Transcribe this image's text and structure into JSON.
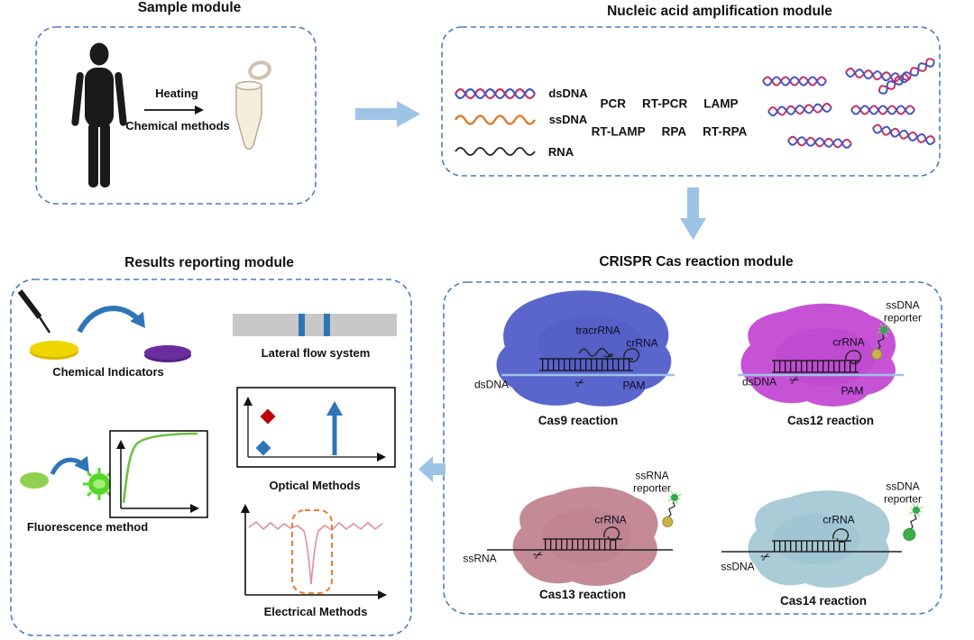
{
  "sample_module": {
    "title": "Sample module",
    "heating_label": "Heating",
    "chemical_label": "Chemical methods"
  },
  "amplification_module": {
    "title": "Nucleic acid amplification module",
    "inputs": [
      {
        "label": "dsDNA"
      },
      {
        "label": "ssDNA"
      },
      {
        "label": "RNA"
      }
    ],
    "methods_row1": [
      "PCR",
      "RT-PCR",
      "LAMP"
    ],
    "methods_row2": [
      "RT-LAMP",
      "RPA",
      "RT-RPA"
    ]
  },
  "crispr_module": {
    "title": "CRISPR Cas reaction module",
    "cas9": {
      "name": "Cas9 reaction",
      "tracr_label": "tracrRNA",
      "crrna_label": "crRNA",
      "target_label": "dsDNA",
      "pam_label": "PAM"
    },
    "cas12": {
      "name": "Cas12 reaction",
      "crrna_label": "crRNA",
      "target_label": "dsDNA",
      "pam_label": "PAM",
      "reporter_line1": "ssDNA",
      "reporter_line2": "reporter"
    },
    "cas13": {
      "name": "Cas13 reaction",
      "crrna_label": "crRNA",
      "target_label": "ssRNA",
      "reporter_line1": "ssRNA",
      "reporter_line2": "reporter"
    },
    "cas14": {
      "name": "Cas14 reaction",
      "crrna_label": "crRNA",
      "target_label": "ssDNA",
      "reporter_line1": "ssDNA",
      "reporter_line2": "reporter"
    }
  },
  "results_module": {
    "title": "Results reporting module",
    "chemical_label": "Chemical Indicators",
    "lateral_label": "Lateral flow system",
    "fluorescence_label": "Fluorescence method",
    "optical_label": "Optical Methods",
    "electrical_label": "Electrical Methods"
  },
  "colors": {
    "box_border": "#4a7ebf",
    "flow_arrow": "#9dc3e6",
    "cas9_blob": "#5b66cc",
    "cas12_blob": "#c653d6",
    "cas13_blob": "#c48b97",
    "cas14_blob": "#a9ccd6",
    "ssdna_wave": "#e0731f",
    "dsdna_red": "#c2306a",
    "dsdna_blue": "#4356c0",
    "accent_blue": "#2e75b6",
    "lateral_strip": "#c8c8c8",
    "chem_yellow": "#f0d500",
    "chem_purple": "#6a2d9e",
    "fluor_green": "#57d627",
    "optical_red": "#c00000",
    "electrical_pink": "#e38d96",
    "highlight_orange": "#ed7d31"
  }
}
